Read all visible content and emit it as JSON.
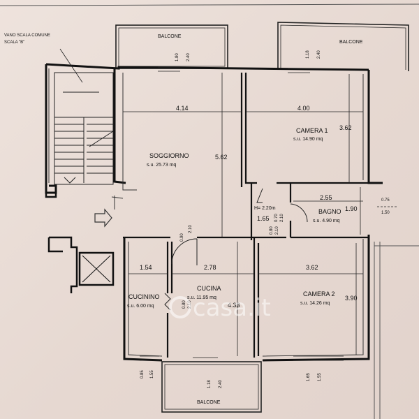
{
  "stair": {
    "label1": "VANO SCALA COMUNE",
    "label2": "SCALA \"B\""
  },
  "balconies": {
    "top_left": "BALCONE",
    "top_right": "BALCONE",
    "bottom": "BALCONE"
  },
  "rooms": {
    "soggiorno": {
      "name": "SOGGIORNO",
      "area": "s.u. 25.73 mq"
    },
    "camera1": {
      "name": "CAMERA 1",
      "area": "s.u. 14.90 mq"
    },
    "bagno": {
      "name": "BAGNO",
      "area": "s.u. 4.90 mq"
    },
    "cucina": {
      "name": "CUCINA",
      "area": "s.u. 11.95 mq"
    },
    "cucinino": {
      "name": "CUCININO",
      "area": "s.u. 6.00 mq"
    },
    "camera2": {
      "name": "CAMERA 2",
      "area": "s.u. 14.26 mq"
    }
  },
  "dims": {
    "soggiorno_w": "4.14",
    "soggiorno_h": "5.62",
    "camera1_w": "4.00",
    "camera1_h": "3.62",
    "bagno_w": "2.55",
    "bagno_h": "1.90",
    "bagno_side_a": "0.75",
    "bagno_side_b": "1.50",
    "corridor_h": "H= 2.20m",
    "corridor_w": "1.65",
    "cucinino_w": "1.54",
    "cucina_w": "2.78",
    "cucina_h": "4.33",
    "camera2_w": "3.62",
    "camera2_h": "3.90"
  },
  "openings": {
    "balc_tl_a": "1.80",
    "balc_tl_b": "2.40",
    "balc_tr_a": "1.18",
    "balc_tr_b": "2.40",
    "door_sog_a": "0.90",
    "door_sog_b": "2.10",
    "door_cor_a": "0.70",
    "door_cor_b": "2.10",
    "door_cor2_a": "0.80",
    "door_cor2_b": "2.10",
    "door_cuc_a": "0.80",
    "door_cuc_b": "2.10",
    "win_cucinino_a": "0.85",
    "win_cucinino_b": "1.55",
    "win_bottom_a": "1.18",
    "win_bottom_b": "2.40",
    "win_cam2_a": "1.65",
    "win_cam2_b": "1.55"
  },
  "watermark": "casa.it"
}
